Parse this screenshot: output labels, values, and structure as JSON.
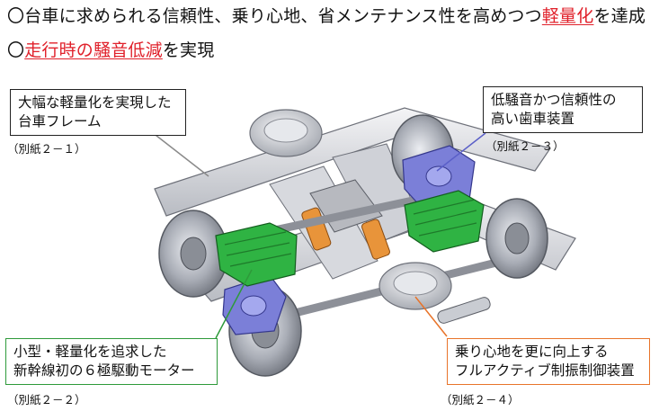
{
  "headline_1": {
    "prefix": "〇台車に求められる信頼性、乗り心地、省メンテナンス性を高めつつ",
    "highlight": "軽量化",
    "suffix": "を達成"
  },
  "headline_2": {
    "prefix": "〇",
    "highlight_a": "走行時の",
    "highlight_b": "騒音低減",
    "suffix": "を実現"
  },
  "callouts": {
    "frame": {
      "line1": "大幅な軽量化を実現した",
      "line2": "台車フレーム",
      "ref": "（別紙２－１）",
      "color": "#8a8a8a"
    },
    "gear": {
      "line1": "低騒音かつ信頼性の",
      "line2": "高い歯車装置",
      "ref": "（別紙２－３）",
      "color": "#5a5fc8"
    },
    "motor": {
      "line1": "小型・軽量化を追求した",
      "line2": "新幹線初の６極駆動モーター",
      "ref": "（別紙２－２）",
      "color": "#2e9a3a"
    },
    "damper": {
      "line1": "乗り心地を更に向上する",
      "line2": "フルアクティブ制振制御装置",
      "ref": "（別紙２－４）",
      "color": "#e8742a"
    }
  },
  "colors": {
    "headline_highlight": "#e0202a"
  }
}
